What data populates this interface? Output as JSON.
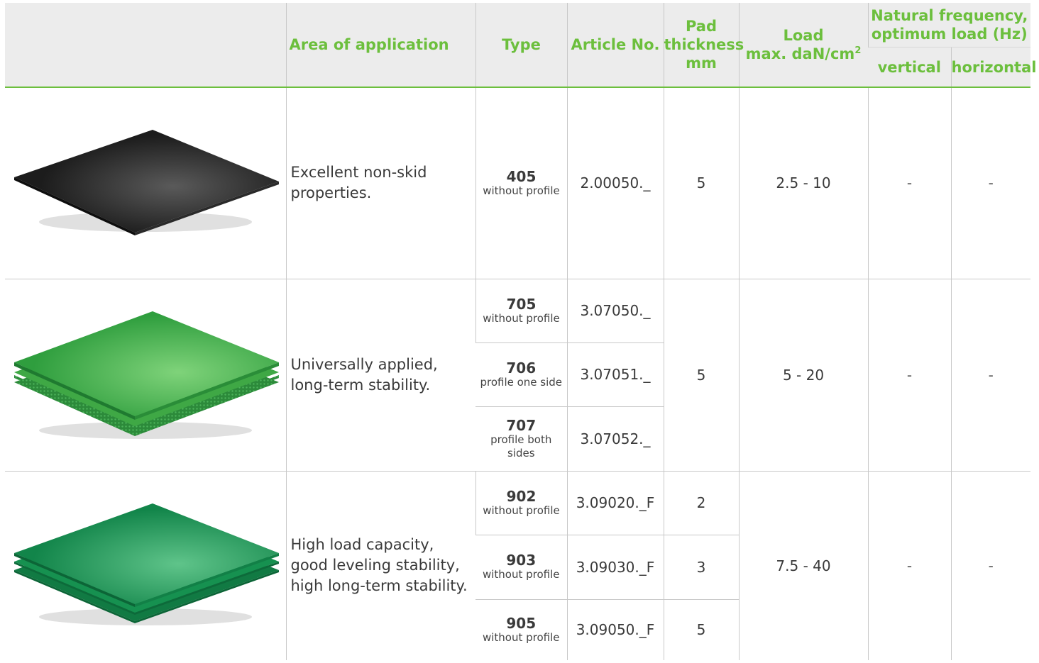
{
  "header": {
    "area": "Area of application",
    "type": "Type",
    "article": "Article No.",
    "pad_thickness": [
      "Pad",
      "thickness",
      "mm"
    ],
    "load_line1": "Load",
    "load_line2": "max. daN/cm",
    "load_sup": "2",
    "natural_freq": [
      "Natural frequency,",
      "optimum load (Hz)"
    ],
    "vertical": "vertical",
    "horizontal": "horizontal"
  },
  "colors": {
    "accent": "#6cbf3d",
    "header_bg": "#ececec",
    "pad_black": "#1f1f1f",
    "pad_green_light": "#3fa845",
    "pad_green_dark": "#13864b"
  },
  "groups": [
    {
      "image": "black-rubber-pad",
      "application": "Excellent non-skid properties.",
      "load": "2.5 - 10",
      "vertical": "-",
      "horizontal": "-",
      "rows": [
        {
          "type": "405",
          "desc": "without profile",
          "article": "2.00050._",
          "thickness": "5"
        }
      ]
    },
    {
      "image": "green-profiled-pad-stack",
      "application": "Universally applied, long-term stability.",
      "load": "5 - 20",
      "thickness": "5",
      "vertical": "-",
      "horizontal": "-",
      "rows": [
        {
          "type": "705",
          "desc": "without profile",
          "article": "3.07050._"
        },
        {
          "type": "706",
          "desc": "profile one side",
          "article": "3.07051._"
        },
        {
          "type": "707",
          "desc": "profile both sides",
          "article": "3.07052._"
        }
      ]
    },
    {
      "image": "dark-green-pad-stack",
      "application": "High load capacity, good leveling stability, high long-term stability.",
      "load": "7.5 - 40",
      "vertical": "-",
      "horizontal": "-",
      "rows": [
        {
          "type": "902",
          "desc": "without profile",
          "article": "3.09020._F",
          "thickness": "2"
        },
        {
          "type": "903",
          "desc": "without profile",
          "article": "3.09030._F",
          "thickness": "3"
        },
        {
          "type": "905",
          "desc": "without profile",
          "article": "3.09050._F",
          "thickness": "5"
        }
      ]
    }
  ]
}
